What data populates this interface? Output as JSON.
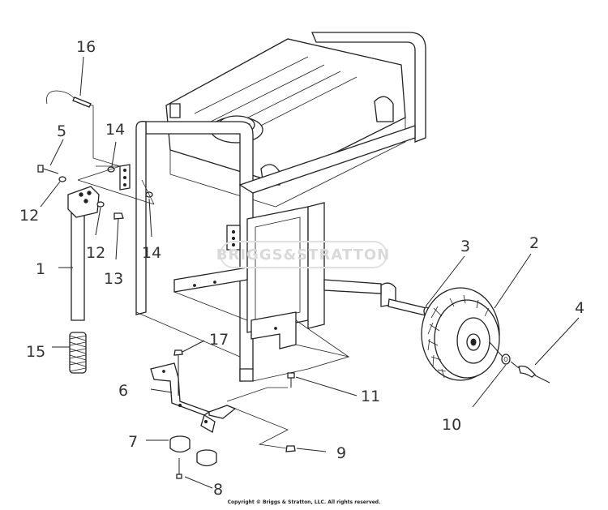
{
  "diagram": {
    "watermark": "BRIGGS&STRATTON",
    "copyright": "Copyright © Briggs & Stratton, LLC. All rights reserved.",
    "callouts": [
      "1",
      "2",
      "3",
      "4",
      "5",
      "6",
      "7",
      "8",
      "9",
      "10",
      "11",
      "12",
      "12",
      "13",
      "14",
      "14",
      "15",
      "16",
      "17"
    ]
  }
}
